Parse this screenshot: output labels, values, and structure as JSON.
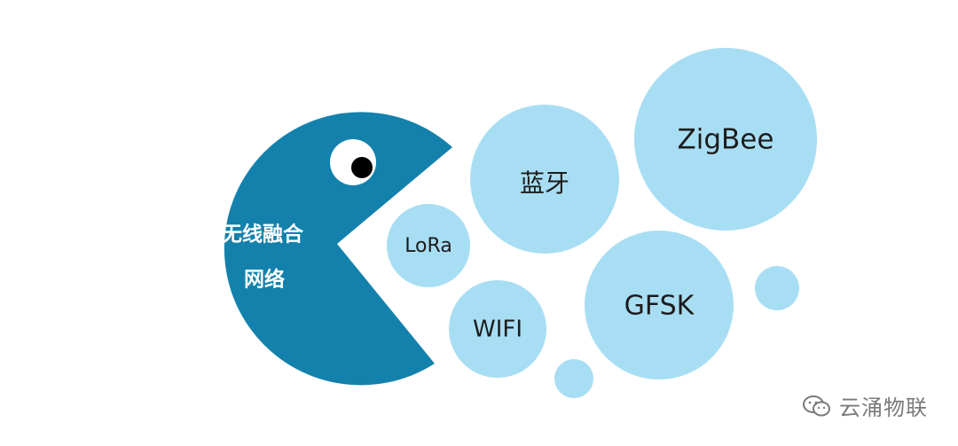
{
  "colors": {
    "pacman": "#1381ac",
    "bubble": "#a8def4",
    "bubble_text": "#1c1c1c",
    "pacman_text": "#ffffff",
    "eye_white": "#ffffff",
    "pupil": "#000000",
    "watermark": "#7a7a7a"
  },
  "pacman": {
    "label_line1": "无线融合",
    "label_line2": "网络"
  },
  "bubbles": {
    "lora": "LoRa",
    "bluetooth": "蓝牙",
    "zigbee": "ZigBee",
    "wifi": "WIFI",
    "gfsk": "GFSK"
  },
  "watermark": {
    "icon": "wechat-icon",
    "text": "云涌物联"
  }
}
